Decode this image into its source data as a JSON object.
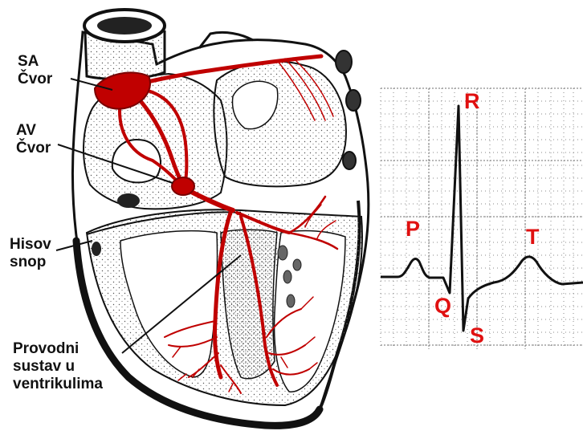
{
  "labels": {
    "sa": [
      "SA",
      "Čvor"
    ],
    "av": [
      "AV",
      "Čvor"
    ],
    "his": [
      "Hisov",
      "snop"
    ],
    "purkinje": [
      "Provodni",
      "sustav u",
      "ventrikulima"
    ]
  },
  "ecg": {
    "waves": {
      "p": "P",
      "q": "Q",
      "r": "R",
      "s": "S",
      "t": "T"
    }
  },
  "colors": {
    "conduction": "#c00000",
    "ecg_label": "#e01010",
    "grid": "#8a8a8a",
    "trace": "#111111",
    "outline": "#111111"
  }
}
